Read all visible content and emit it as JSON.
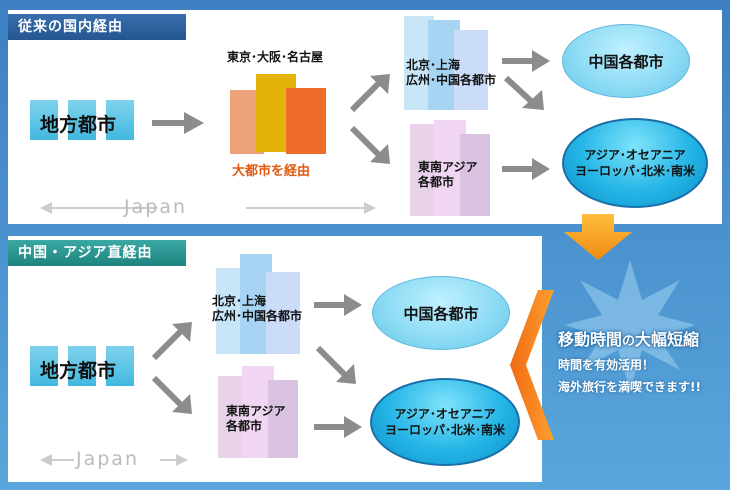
{
  "top": {
    "title": "従来の国内経由",
    "local": "地方都市",
    "big_city_names": "東京･大阪･名古屋",
    "big_city_caption": "大都市を経由",
    "cn_line1": "北京･上海",
    "cn_line2": "広州･中国各都市",
    "sea_line1": "東南アジア",
    "sea_line2": "各都市",
    "dest_china": "中国各都市",
    "dest_world_line1": "アジア･オセアニア",
    "dest_world_line2": "ヨーロッパ･北米･南米",
    "japan": "Japan"
  },
  "bottom": {
    "title": "中国・アジア直経由",
    "local": "地方都市",
    "cn_line1": "北京･上海",
    "cn_line2": "広州･中国各都市",
    "sea_line1": "東南アジア",
    "sea_line2": "各都市",
    "dest_china": "中国各都市",
    "dest_world_line1": "アジア･オセアニア",
    "dest_world_line2": "ヨーロッパ･北米･南米",
    "japan": "Japan"
  },
  "message": {
    "title_part1": "移動時間",
    "title_part2": "の",
    "title_part3": "大幅短縮",
    "line1": "時間を有効活用！",
    "line2": "海外旅行を満喫できます!!"
  },
  "colors": {
    "cube": "#42b8e0",
    "arrow_gray": "#8c8c8c",
    "orange": "#f28a1c",
    "caption_orange": "#e05a12"
  }
}
